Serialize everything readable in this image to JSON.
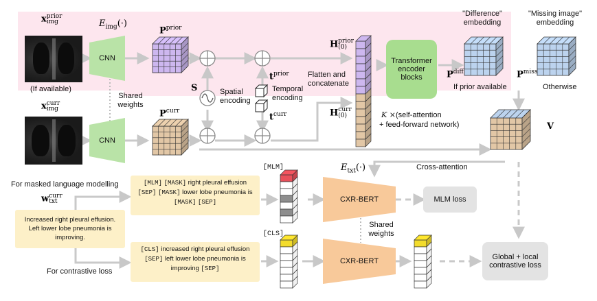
{
  "labels": {
    "x_prior_base": "x",
    "x_prior_sup": "prior",
    "x_prior_sub": "img",
    "if_available_img": "(If available)",
    "x_curr_base": "x",
    "x_curr_sup": "curr",
    "x_curr_sub": "img",
    "e_img": "E",
    "e_img_sub": "img",
    "e_img_arg": "(·)",
    "shared_weights_img": "Shared weights",
    "cnn": "CNN",
    "p_prior_base": "P",
    "p_prior_sup": "prior",
    "p_curr_base": "P",
    "p_curr_sup": "curr",
    "s": "S",
    "spatial_encoding": "Spatial encoding",
    "t_prior_base": "t",
    "t_prior_sup": "prior",
    "t_curr_base": "t",
    "t_curr_sup": "curr",
    "temporal_encoding": "Temporal encoding",
    "h_prior_base": "H",
    "h_prior_sup": "prior",
    "h_prior_sub": "(0)",
    "h_curr_base": "H",
    "h_curr_sup": "curr",
    "h_curr_sub": "(0)",
    "flatten_concat": "Flatten and concatenate",
    "transformer": "Transformer encoder blocks",
    "k_times": "K ×",
    "self_attention": "(self-attention",
    "feed_forward": "+ feed-forward network)",
    "difference_embedding_title": "\"Difference\"",
    "difference_embedding_word": "embedding",
    "missing_image_title": "\"Missing image\"",
    "missing_image_word": "embedding",
    "p_diff_base": "P",
    "p_diff_sup": "diff",
    "p_miss_base": "P",
    "p_miss_sup": "miss",
    "if_prior_available": "If prior available",
    "otherwise": "Otherwise",
    "v": "V",
    "cross_attention": "Cross-attention",
    "e_txt": "E",
    "e_txt_sub": "txt",
    "e_txt_arg": "(·)",
    "mlm_token": "[MLM]",
    "cls_token": "[CLS]",
    "for_mlm": "For masked language modelling",
    "w_txt_base": "w",
    "w_txt_sup": "curr",
    "w_txt_sub": "txt",
    "for_contrastive": "For contrastive loss",
    "cxr_bert": "CXR-BERT",
    "shared_weights_txt": "Shared weights",
    "mlm_loss": "MLM loss",
    "global_local_loss": "Global + local contrastive loss"
  },
  "input_text": "Increased right pleural effusion. Left lower lobe pneumonia is improving.",
  "mlm_text": {
    "t1": "[MLM]",
    "t2": " ",
    "t3": "[MASK]",
    "t4": " right pleural effusion ",
    "t5": "[SEP]",
    "t6": " ",
    "t7": "[MASK]",
    "t8": " lower lobe pneumonia is ",
    "t9": "[MASK]",
    "t10": " ",
    "t11": "[SEP]"
  },
  "cls_text": {
    "t1": "[CLS]",
    "t2": " increased right pleural effusion ",
    "t3": "[SEP]",
    "t4": " left lower lobe pneumonia is improving ",
    "t5": "[SEP]"
  },
  "colors": {
    "prior_region": "#fde6ee",
    "cnn": "#b9e3a7",
    "prior_grid": "#cdb7ef",
    "curr_grid": "#e2c7a6",
    "diff_grid": "#bcd3ee",
    "transformer": "#a8dd8f",
    "cxr_bert": "#f8c99a",
    "loss_box": "#e3e3e3",
    "note": "#fdf0c8",
    "mlm_token": "#e8505a",
    "cls_token": "#f3dc2c",
    "arrow": "#cccccc"
  },
  "icons": {
    "plus": "circled-plus-icon",
    "sine": "sine-wave-icon",
    "cube": "cube-icon"
  }
}
